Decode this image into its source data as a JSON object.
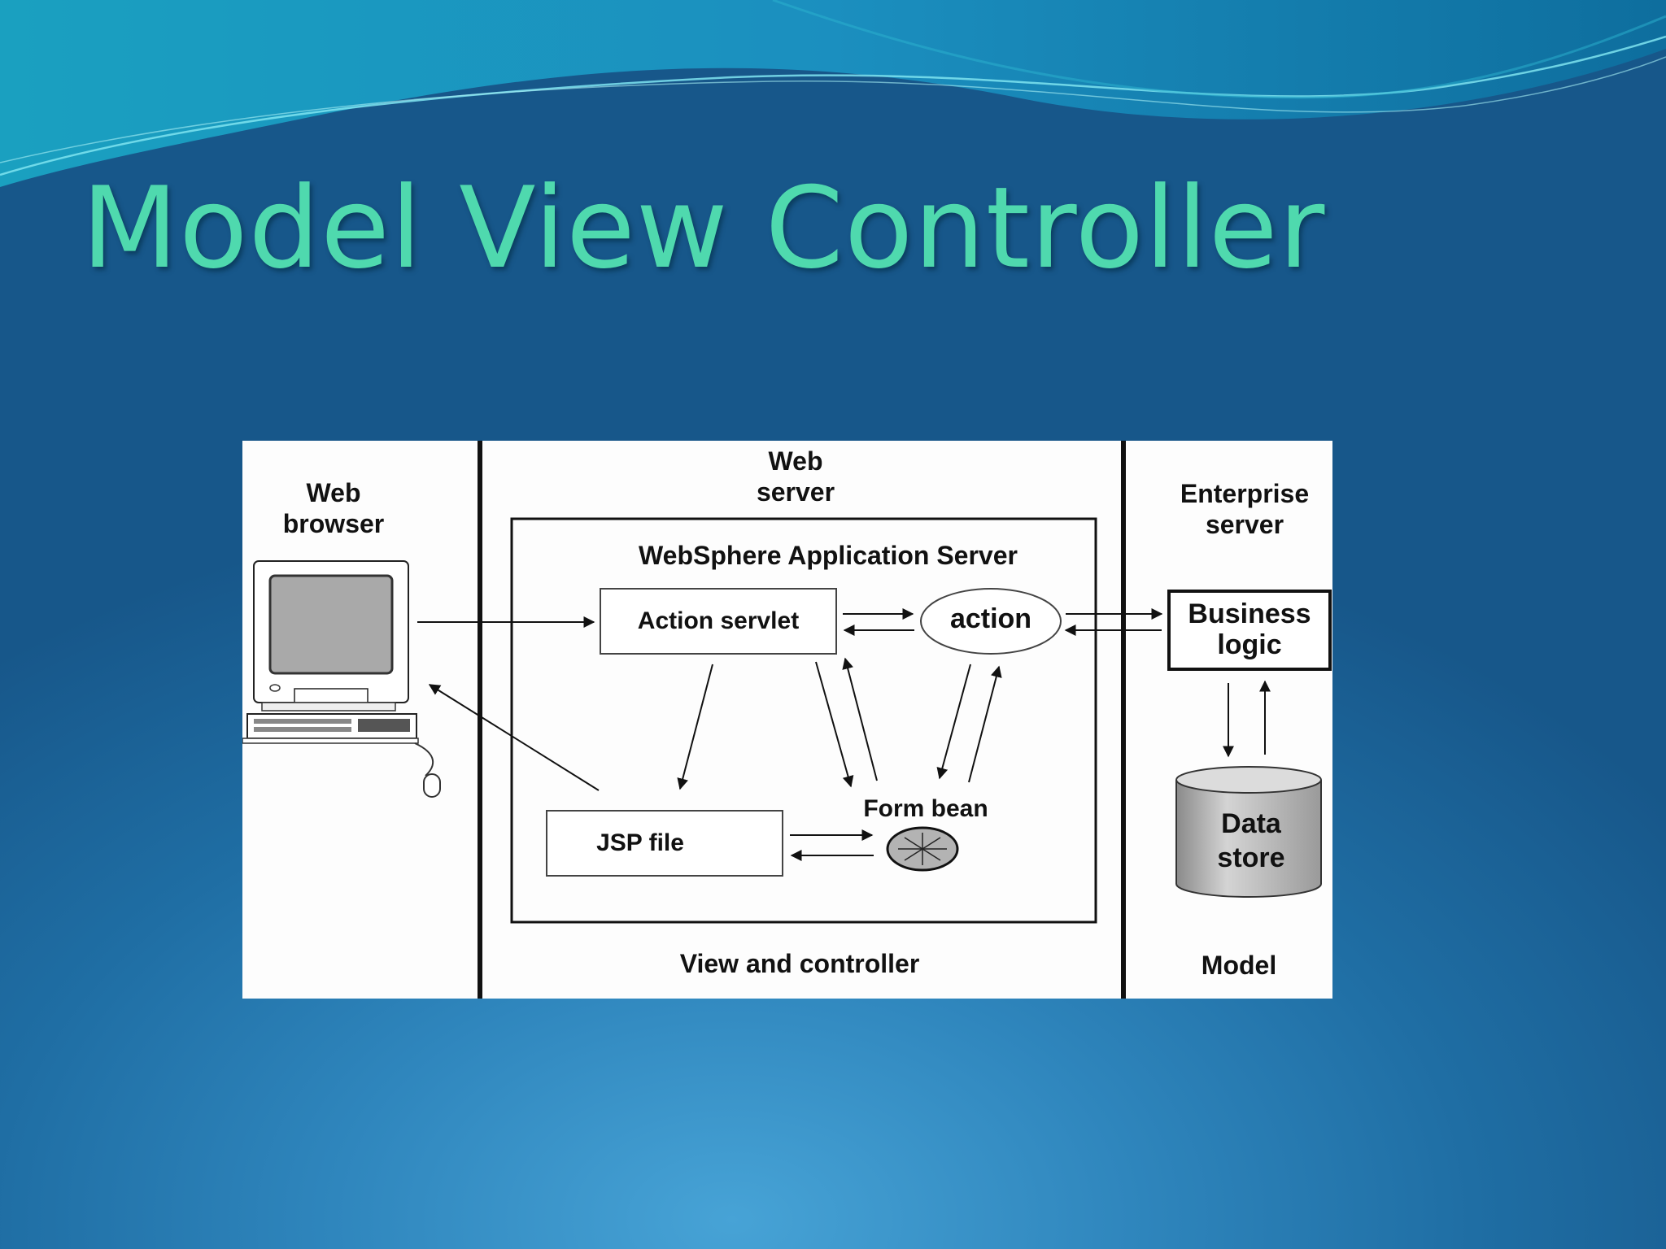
{
  "slide": {
    "title": "Model View Controller"
  },
  "diagram": {
    "web_browser": "Web browser",
    "web_server": "Web server",
    "enterprise_server": "Enterprise server",
    "app_server": "WebSphere Application Server",
    "action_servlet": "Action servlet",
    "action": "action",
    "business_logic": "Business logic",
    "jsp_file": "JSP file",
    "form_bean": "Form bean",
    "data_store": "Data store",
    "view_and_controller": "View and controller",
    "model": "Model"
  },
  "colors": {
    "title": "#4fd9ae",
    "background": "#1f6ea4"
  }
}
